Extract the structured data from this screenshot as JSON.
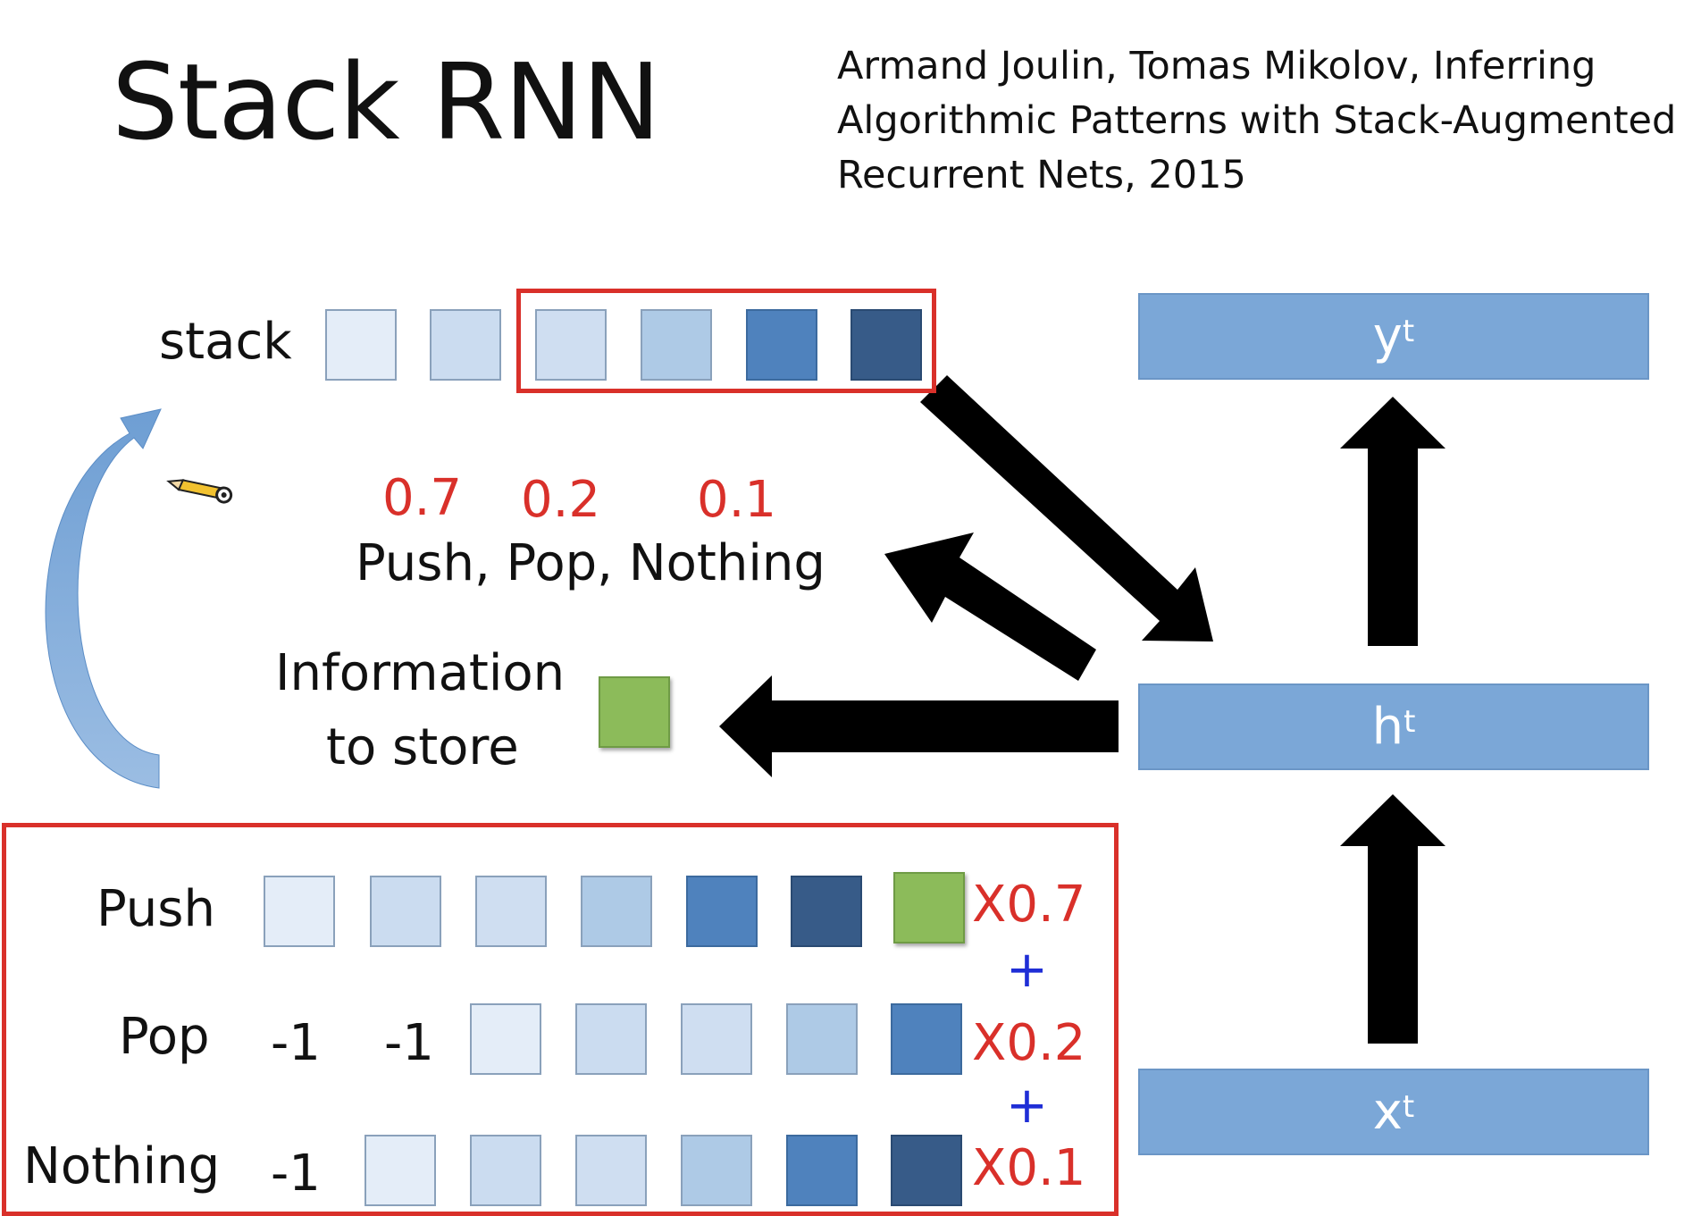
{
  "title": "Stack RNN",
  "citation": "Armand Joulin, Tomas Mikolov, Inferring Algorithmic Patterns with Stack-Augmented Recurrent Nets, 2015",
  "stack_label": "stack",
  "probs": {
    "push": "0.7",
    "pop": "0.2",
    "nothing": "0.1"
  },
  "ops_label": "Push, Pop, Nothing",
  "info_label_line1": "Information",
  "info_label_line2": "to store",
  "nodes": {
    "y": "y",
    "h": "h",
    "x": "x",
    "sup": "t"
  },
  "rows": {
    "push": {
      "label": "Push",
      "multiplier": "X0.7"
    },
    "pop": {
      "label": "Pop",
      "minus1": "-1",
      "minus2": "-1",
      "multiplier": "X0.2"
    },
    "nothing": {
      "label": "Nothing",
      "minus1": "-1",
      "multiplier": "X0.1"
    }
  },
  "plus": "+",
  "colors": {
    "highlight": "#d9302a",
    "node": "#7ba7d7",
    "store": "#8cbb5a"
  }
}
